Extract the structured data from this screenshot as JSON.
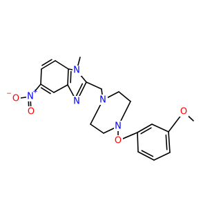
{
  "colors": {
    "background": "#ffffff",
    "bond": "#000000",
    "nitrogen": "#0000ff",
    "oxygen": "#ff0000"
  },
  "atoms": {
    "nitro_o_left": {
      "symbol": "O",
      "charge": "−"
    },
    "nitro_n": {
      "symbol": "N",
      "charge": "+"
    },
    "nitro_o_bottom": {
      "symbol": "O"
    },
    "imidazole_n1": {
      "symbol": "N"
    },
    "imidazole_n3": {
      "symbol": "N"
    },
    "n1_methyl": {
      "symbol": ""
    },
    "piperazine_n_top": {
      "symbol": "N"
    },
    "piperazine_n_bottom": {
      "symbol": "N"
    },
    "carbonyl_o": {
      "symbol": "O"
    },
    "methoxy_o": {
      "symbol": "O"
    }
  }
}
